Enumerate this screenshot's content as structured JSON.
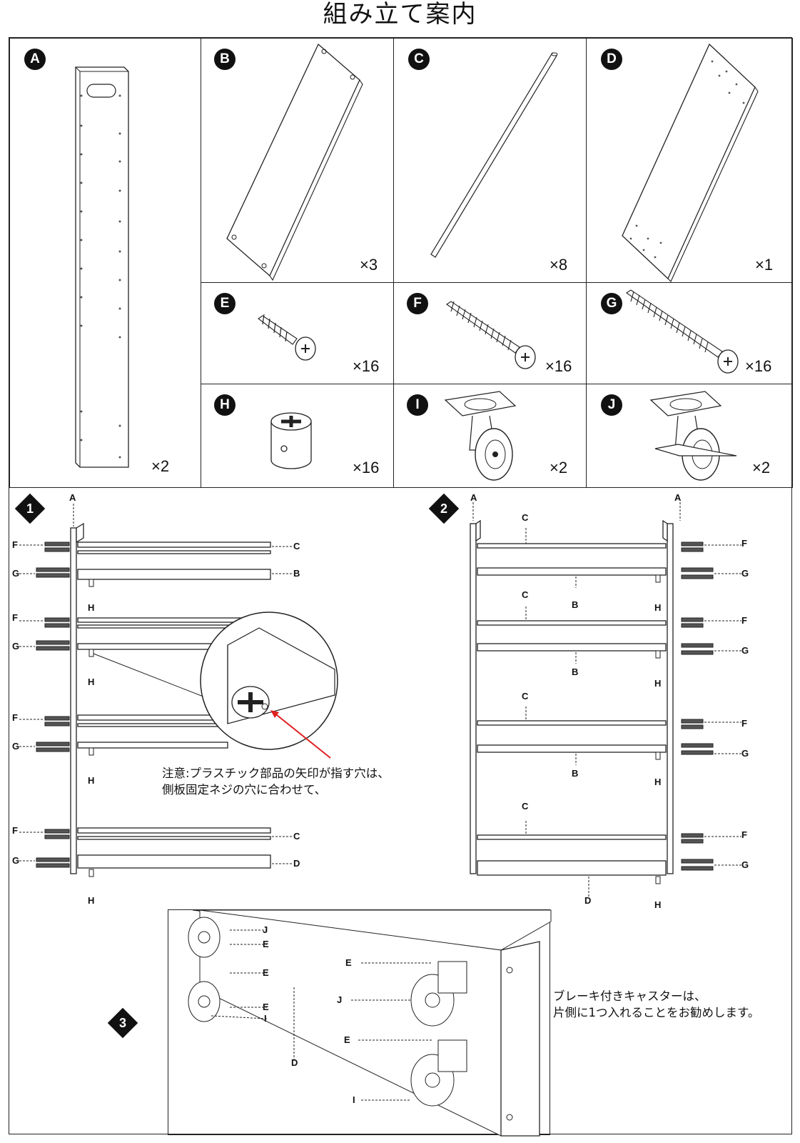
{
  "title": "組み立て案内",
  "parts": [
    {
      "id": "A",
      "qty": "×2"
    },
    {
      "id": "B",
      "qty": "×3"
    },
    {
      "id": "C",
      "qty": "×8"
    },
    {
      "id": "D",
      "qty": "×1"
    },
    {
      "id": "E",
      "qty": "×16"
    },
    {
      "id": "F",
      "qty": "×16"
    },
    {
      "id": "G",
      "qty": "×16"
    },
    {
      "id": "H",
      "qty": "×16"
    },
    {
      "id": "I",
      "qty": "×2"
    },
    {
      "id": "J",
      "qty": "×2"
    }
  ],
  "steps": [
    "1",
    "2",
    "3"
  ],
  "notes": {
    "step1_line1": "注意:プラスチック部品の矢印が指す穴は、",
    "step1_line2": "側板固定ネジの穴に合わせて、",
    "step3_line1": "ブレーキ付きキャスターは、",
    "step3_line2": "片側に1つ入れることをお勧めします。"
  },
  "colors": {
    "ink": "#111111",
    "arrow": "#e02020"
  }
}
